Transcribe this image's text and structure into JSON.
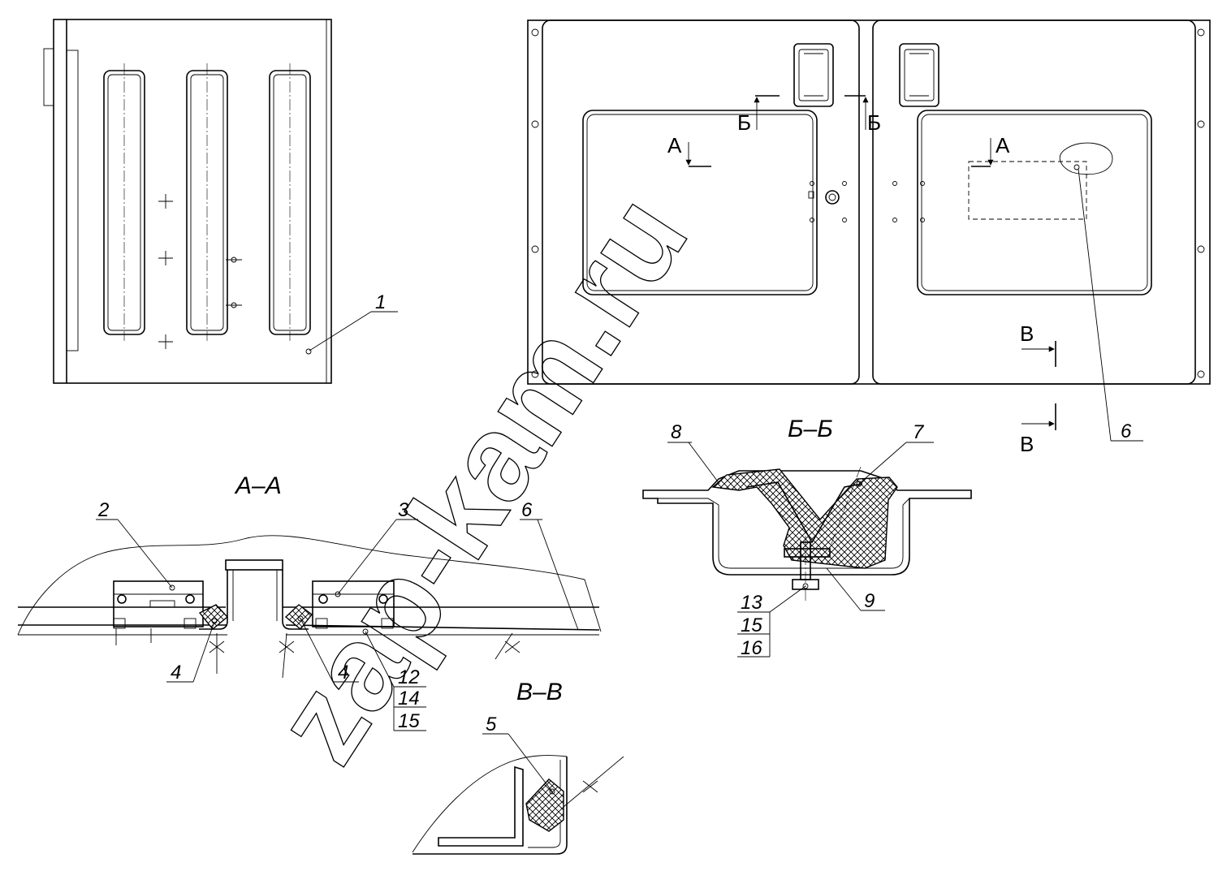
{
  "watermark": "zap-kam.ru",
  "sections": {
    "aa": "А–А",
    "bb": "Б–Б",
    "vv": "В–В"
  },
  "cut_marks": {
    "a": "А",
    "b": "Б",
    "v": "В"
  },
  "callouts": {
    "p1": "1",
    "p2": "2",
    "p3": "3",
    "p4a": "4",
    "p4b": "4",
    "p5": "5",
    "p6_top": "6",
    "p6_aa": "6",
    "p7": "7",
    "p8": "8",
    "p9": "9",
    "p12": "12",
    "p14": "14",
    "p15_aa": "15",
    "p13": "13",
    "p15_bb": "15",
    "p16": "16"
  }
}
